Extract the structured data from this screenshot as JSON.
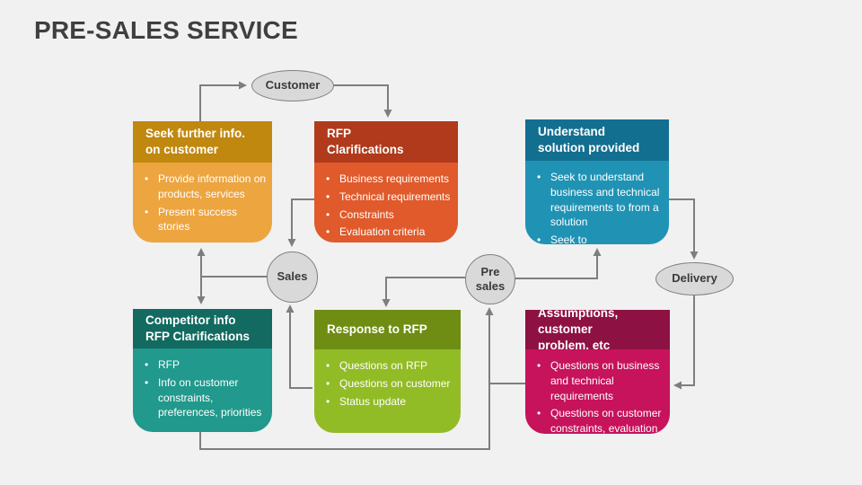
{
  "slide": {
    "title": "PRE-SALES SERVICE"
  },
  "colors": {
    "background": "#f1f1f2",
    "title_text": "#3f3f3f",
    "connector": "#7e7e7e",
    "node_fill": "#d9d9d9",
    "node_border": "#7f7f7f"
  },
  "nodes": [
    {
      "id": "customer",
      "label": "Customer"
    },
    {
      "id": "sales",
      "label": "Sales"
    },
    {
      "id": "pre_sales",
      "label": "Pre\nsales"
    },
    {
      "id": "delivery",
      "label": "Delivery"
    }
  ],
  "boxes": [
    {
      "id": "seek-further-info",
      "header": "Seek further info.\non customer",
      "header_color": "#c0880f",
      "body_color": "#eda540",
      "bullets": [
        "Provide information on products, services",
        "Present success stories"
      ]
    },
    {
      "id": "rfp-clarifications",
      "header": "RFP\nClarifications",
      "header_color": "#b03a1b",
      "body_color": "#e05a2b",
      "bullets": [
        "Business requirements",
        "Technical requirements",
        "Constraints",
        "Evaluation criteria"
      ]
    },
    {
      "id": "understand-solution",
      "header": "Understand\nsolution provided",
      "header_color": "#136f90",
      "body_color": "#2093b5",
      "bullets": [
        "Seek to understand business and technical requirements to from a solution",
        "Seek to"
      ]
    },
    {
      "id": "competitor-info",
      "header": "Competitor info\nRFP Clarifications",
      "header_color": "#126a60",
      "body_color": "#21998c",
      "bullets": [
        "RFP",
        "Info on customer constraints, preferences, priorities"
      ]
    },
    {
      "id": "response-to-rfp",
      "header": "Response to RFP",
      "header_color": "#6f8d13",
      "body_color": "#92bc26",
      "bullets": [
        "Questions on RFP",
        "Questions on customer",
        "Status update"
      ]
    },
    {
      "id": "assumptions-customer-problem",
      "header": "Assumptions, customer\nproblem, etc",
      "header_color": "#8e1143",
      "body_color": "#c6135b",
      "bullets": [
        "Questions on business and technical requirements",
        "Questions on customer constraints, evaluation"
      ]
    }
  ]
}
